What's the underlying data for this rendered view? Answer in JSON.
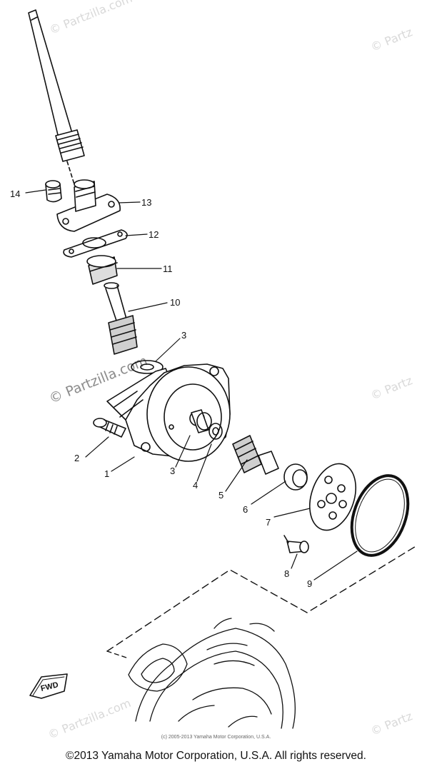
{
  "watermarks": {
    "top_left": "© Partzilla.com",
    "top_right": "© Partz",
    "center": "© Partzilla.com",
    "mid_right": "© Partz",
    "bottom_left": "© Partzilla.com",
    "bottom_right": "© Partz"
  },
  "fwd_badge": "FWD",
  "parts": [
    {
      "number": "14"
    },
    {
      "number": "13"
    },
    {
      "number": "12"
    },
    {
      "number": "11"
    },
    {
      "number": "10"
    },
    {
      "number": "3"
    },
    {
      "number": "2"
    },
    {
      "number": "1"
    },
    {
      "number": "3"
    },
    {
      "number": "4"
    },
    {
      "number": "5"
    },
    {
      "number": "6"
    },
    {
      "number": "7"
    },
    {
      "number": "8"
    },
    {
      "number": "9"
    }
  ],
  "small_copyright": "(c) 2005-2013 Yamaha Motor Corporation, U.S.A.",
  "footer": "©2013 Yamaha Motor Corporation, U.S.A. All rights reserved."
}
